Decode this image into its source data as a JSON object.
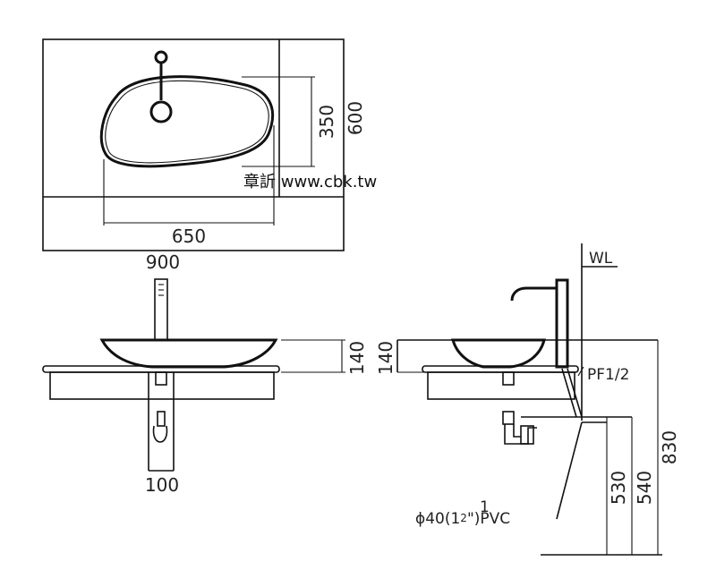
{
  "watermark": "章訢 www.cbk.tw",
  "top_view": {
    "width_label": "900",
    "basin_width_label": "650",
    "depth_label": "600",
    "basin_depth_label": "350"
  },
  "front_view": {
    "height_label": "140",
    "drain_width_label": "100"
  },
  "side_view": {
    "height_label": "140",
    "wall_line_label": "WL",
    "supply_label": "PF1/2",
    "pipe_label_prefix": "ϕ40(1",
    "pipe_label_fraction_num": "1",
    "pipe_label_fraction_den": "2",
    "pipe_label_suffix": "\")PVC",
    "drain_height_label": "530",
    "supply_height_label": "540",
    "total_height_label": "830"
  }
}
